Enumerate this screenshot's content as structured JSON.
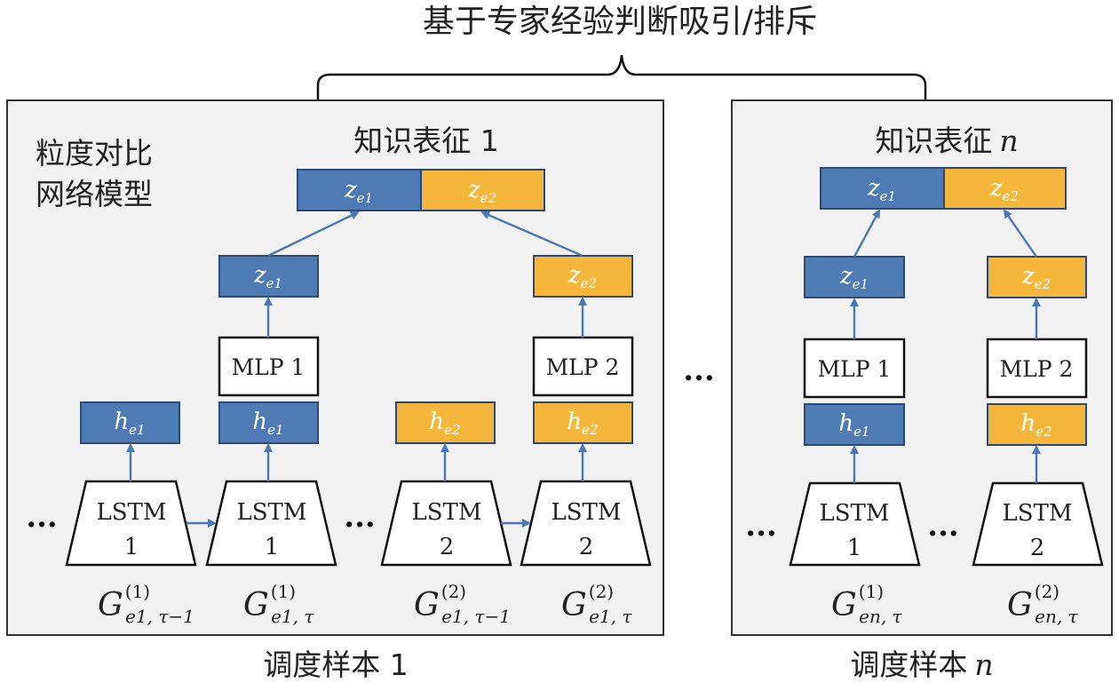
{
  "colors": {
    "blue": "#4e7bb3",
    "orange": "#f5b73b",
    "panel": "#f2f2f2",
    "arrow": "#4a78b5"
  },
  "title": "基于专家经验判断吸引/排斥",
  "panel_1": {
    "model_label_line1": "粒度对比",
    "model_label_line2": "网络模型",
    "representation_label": "知识表征 1",
    "z_concat": {
      "left": {
        "var": "z",
        "sub": "e1"
      },
      "right": {
        "var": "z",
        "sub": "e2"
      }
    },
    "z_left": {
      "var": "z",
      "sub": "e1"
    },
    "z_right": {
      "var": "z",
      "sub": "e2"
    },
    "mlp_left": "MLP 1",
    "mlp_right": "MLP 2",
    "h_boxes": [
      {
        "var": "h",
        "sub": "e1"
      },
      {
        "var": "h",
        "sub": "e1"
      },
      {
        "var": "h",
        "sub": "e2"
      },
      {
        "var": "h",
        "sub": "e2"
      }
    ],
    "lstm": [
      {
        "line1": "LSTM",
        "line2": "1"
      },
      {
        "line1": "LSTM",
        "line2": "1"
      },
      {
        "line1": "LSTM",
        "line2": "2"
      },
      {
        "line1": "LSTM",
        "line2": "2"
      }
    ],
    "inputs": [
      {
        "var": "G",
        "sup": "(1)",
        "sub": "e1, τ−1"
      },
      {
        "var": "G",
        "sup": "(1)",
        "sub": "e1, τ"
      },
      {
        "var": "G",
        "sup": "(2)",
        "sub": "e1, τ−1"
      },
      {
        "var": "G",
        "sup": "(2)",
        "sub": "e1, τ"
      }
    ],
    "caption": "调度样本 1"
  },
  "ellipsis": "···",
  "panel_n": {
    "representation_label_cjk": "知识表征",
    "representation_label_var": "n",
    "z_concat": {
      "left": {
        "var": "z",
        "sub": "e1"
      },
      "right": {
        "var": "z",
        "sub": "e2"
      }
    },
    "z_left": {
      "var": "z",
      "sub": "e1"
    },
    "z_right": {
      "var": "z",
      "sub": "e2"
    },
    "mlp_left": "MLP 1",
    "mlp_right": "MLP 2",
    "h_boxes": [
      {
        "var": "h",
        "sub": "e1"
      },
      {
        "var": "h",
        "sub": "e2"
      }
    ],
    "lstm": [
      {
        "line1": "LSTM",
        "line2": "1"
      },
      {
        "line1": "LSTM",
        "line2": "2"
      }
    ],
    "inputs": [
      {
        "var": "G",
        "sup": "(1)",
        "sub": "en, τ"
      },
      {
        "var": "G",
        "sup": "(2)",
        "sub": "en, τ"
      }
    ],
    "caption_cjk": "调度样本",
    "caption_var": "n"
  }
}
